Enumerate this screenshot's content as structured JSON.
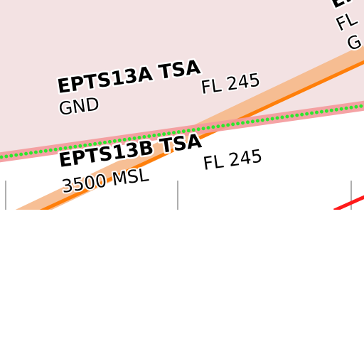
{
  "colors": {
    "tsa_fill": "#f3e2e3",
    "boundary_pink": "#f59a9c",
    "orange_band": "#f7b98a",
    "orange_line": "#ff7f0a",
    "green_dots": "#2ee62e",
    "red_line": "#ff1a1a",
    "tick": "#777777"
  },
  "airspaces": [
    {
      "name": "EPTS13A TSA",
      "lower": "GND",
      "upper": "FL 245"
    },
    {
      "name": "EPTS13B TSA",
      "lower": "3500 MSL",
      "upper": "FL 245"
    },
    {
      "name": "EF",
      "lower": "FL",
      "upper": "G"
    }
  ]
}
